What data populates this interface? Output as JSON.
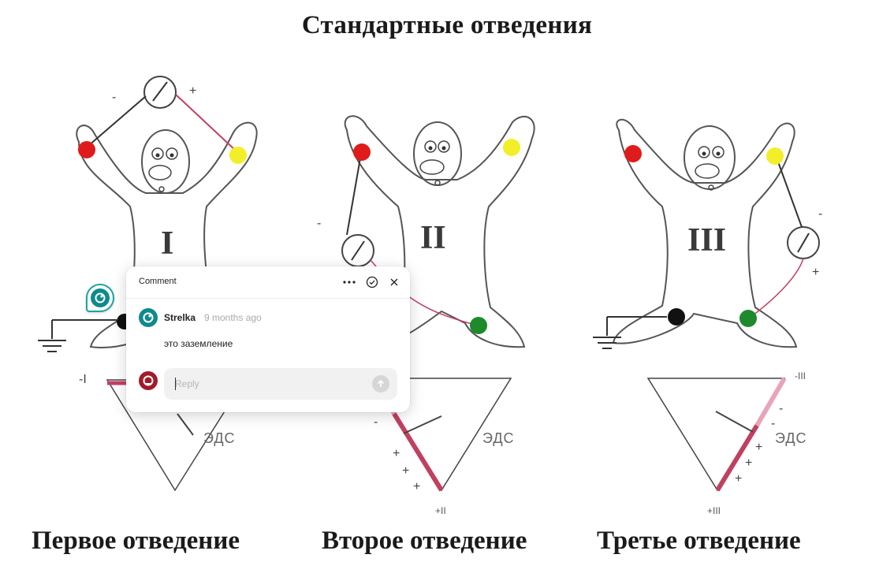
{
  "figure": {
    "title": "Стандартные отведения",
    "captions": [
      "Первое отведение",
      "Второе отведение",
      "Третье отведение"
    ],
    "lead_numerals": [
      "I",
      "II",
      "III"
    ],
    "emf_label": "ЭДС",
    "triangle_labels": {
      "lead1": "-I",
      "lead2": "+II",
      "lead3": "-III",
      "lead3_pos": "+III"
    },
    "sign_minus": "-",
    "sign_plus": "+",
    "electrode_colors": {
      "red": "#e01b1b",
      "yellow": "#f2ef2a",
      "green": "#1d8a2b",
      "black": "#111111"
    },
    "lead_color": "#c04060"
  },
  "comment_popup": {
    "header_title": "Comment",
    "author": "Strelka",
    "time": "9 months ago",
    "text": "это заземление",
    "reply_placeholder": "Reply",
    "accent_color": "#0f8a8c",
    "reply_avatar_color": "#a11b2a",
    "icons": [
      "more-icon",
      "resolve-check-icon",
      "close-icon",
      "send-arrow-icon"
    ]
  }
}
